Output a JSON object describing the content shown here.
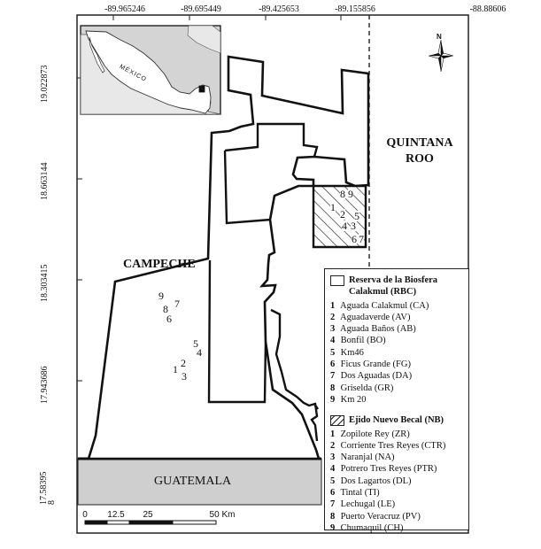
{
  "axes": {
    "longitudes": [
      "-89.965246",
      "-89.695449",
      "-89.425653",
      "-89.155856",
      "-88.88606"
    ],
    "latitudes": [
      "19.022873",
      "18.663144",
      "18.303415",
      "17.943686",
      "17.58395\n8"
    ]
  },
  "regions": {
    "quintana_roo": "QUINTANA\nROO",
    "campeche": "CAMPECHE",
    "guatemala": "GUATEMALA"
  },
  "inset": {
    "country_label": "MÉXICO"
  },
  "north_label": "N",
  "rbc_points": [
    "1",
    "2",
    "3",
    "4",
    "5",
    "6",
    "7",
    "8",
    "9"
  ],
  "nb_points": [
    "1",
    "2",
    "3",
    "4",
    "5",
    "6",
    "7",
    "8",
    "9"
  ],
  "legend": {
    "rbc_title": "Reserva de la Biosfera Calakmul (RBC)",
    "rbc_items": [
      {
        "num": "1",
        "name": "Aguada Calakmul (CA)"
      },
      {
        "num": "2",
        "name": "Aguadaverde (AV)"
      },
      {
        "num": "3",
        "name": "Aguada Baños (AB)"
      },
      {
        "num": "4",
        "name": "Bonfil (BO)"
      },
      {
        "num": "5",
        "name": "Km46"
      },
      {
        "num": "6",
        "name": "Ficus Grande (FG)"
      },
      {
        "num": "7",
        "name": "Dos Aguadas (DA)"
      },
      {
        "num": "8",
        "name": "Griselda (GR)"
      },
      {
        "num": "9",
        "name": "Km 20"
      }
    ],
    "nb_title": "Ejido Nuevo Becal (NB)",
    "nb_items": [
      {
        "num": "1",
        "name": "Zopilote Rey (ZR)"
      },
      {
        "num": "2",
        "name": "Corriente Tres Reyes (CTR)"
      },
      {
        "num": "3",
        "name": "Naranjal (NA)"
      },
      {
        "num": "4",
        "name": "Potrero Tres Reyes (PTR)"
      },
      {
        "num": "5",
        "name": "Dos Lagartos (DL)"
      },
      {
        "num": "6",
        "name": "Tintal (TI)"
      },
      {
        "num": "7",
        "name": "Lechugal (LE)"
      },
      {
        "num": "8",
        "name": "Puerto Veracruz (PV)"
      },
      {
        "num": "9",
        "name": "Chumaquil (CH)"
      }
    ]
  },
  "scale": {
    "labels": [
      "0",
      "12.5",
      "25",
      "50 Km"
    ]
  }
}
